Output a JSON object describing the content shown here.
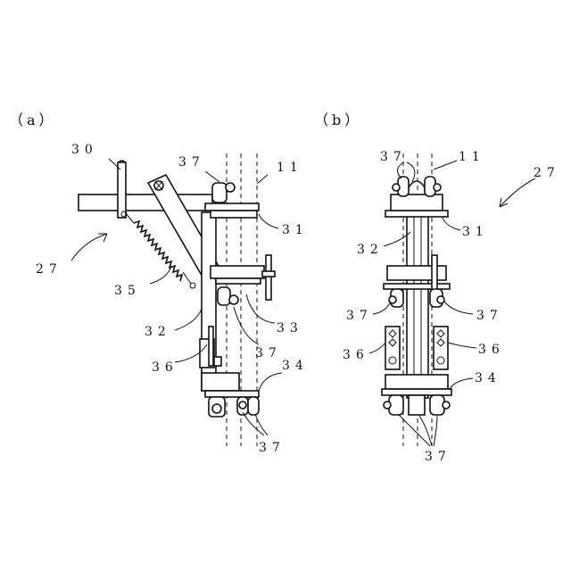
{
  "panels": {
    "a": {
      "caption": "（a）",
      "labels": {
        "l30": "30",
        "l37a": "37",
        "l11": "11",
        "l31": "31",
        "l27": "27",
        "l35": "35",
        "l32": "32",
        "l33": "33",
        "l37b": "37",
        "l36": "36",
        "l34": "34",
        "l37c": "37"
      }
    },
    "b": {
      "caption": "（b）",
      "labels": {
        "l37a": "37",
        "l11": "11",
        "l27": "27",
        "l31": "31",
        "l32": "32",
        "l37b": "37",
        "l37c": "37",
        "l36a": "36",
        "l36b": "36",
        "l34": "34",
        "l37d": "37"
      }
    }
  }
}
